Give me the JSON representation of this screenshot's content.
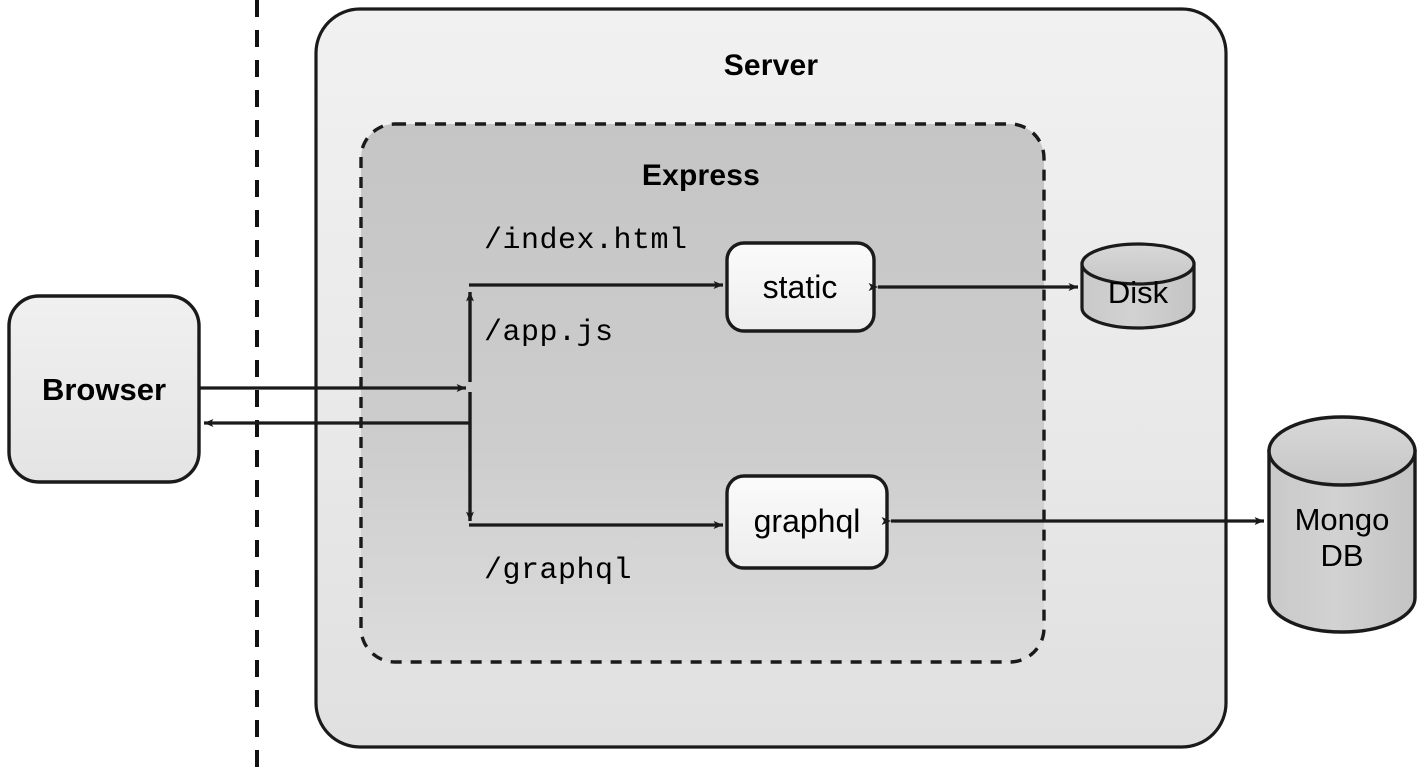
{
  "diagram": {
    "title": "Browser / Server architecture with Express, static, graphql, Disk and MongoDB",
    "type": "architecture-block-diagram"
  },
  "divider": {
    "name": "client-server-divider",
    "style": "dashed-vertical"
  },
  "client": {
    "browser": {
      "label": "Browser"
    }
  },
  "server": {
    "label": "Server",
    "express": {
      "label": "Express",
      "routes": [
        {
          "path": "/index.html",
          "target": "static"
        },
        {
          "path": "/app.js",
          "target": "static"
        },
        {
          "path": "/graphql",
          "target": "graphql"
        }
      ],
      "handlers": [
        {
          "label": "static"
        },
        {
          "label": "graphql"
        }
      ]
    }
  },
  "stores": [
    {
      "label": "Disk",
      "lines": [
        "Disk"
      ]
    },
    {
      "label": "Mongo DB",
      "lines": [
        "Mongo",
        "DB"
      ]
    }
  ],
  "colors": {
    "stroke": "#1a1a1a",
    "server_fill_top": "#efefef",
    "server_fill_bottom": "#e2e2e2",
    "express_fill_top": "#c8c8c8",
    "express_fill_bottom": "#d5d5d5",
    "node_fill": "#f2f2f2",
    "cylinder_fill": "#cccccc",
    "text": "#000000",
    "background": "#ffffff"
  }
}
